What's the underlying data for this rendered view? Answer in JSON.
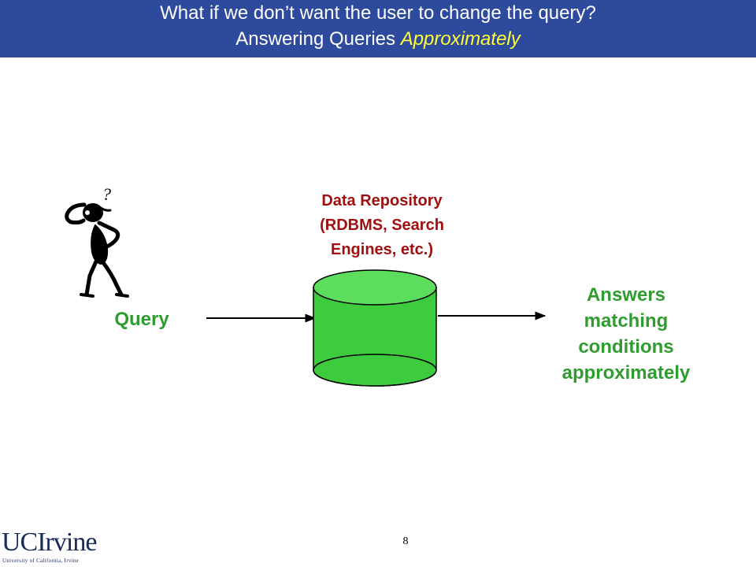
{
  "title": {
    "line1": "What if we don’t want the user to change the query?",
    "line2_prefix": "Answering Queries ",
    "line2_highlight": "Approximately"
  },
  "diagram": {
    "repository_label": [
      "Data Repository",
      "(RDBMS, Search",
      "Engines, etc.)"
    ],
    "query_label": "Query",
    "answers_label": [
      "Answers",
      "matching",
      "conditions",
      "approximately"
    ],
    "thinking_mark": "?"
  },
  "footer": {
    "page_number": "8",
    "logo_text": "UCIrvine",
    "logo_subtext": "University of California, Irvine"
  },
  "colors": {
    "title_bar": "#2e4a9c",
    "title_highlight": "#ffff33",
    "repository_label": "#a01010",
    "query_label": "#2e9c2e",
    "answers_label": "#2e9c2e",
    "cylinder_fill": "#3dcc3d",
    "cylinder_top": "#5ddd5d"
  },
  "icons": {
    "person": "confused-stick-figure-icon",
    "database": "database-cylinder-icon",
    "arrow": "right-arrow-icon"
  }
}
